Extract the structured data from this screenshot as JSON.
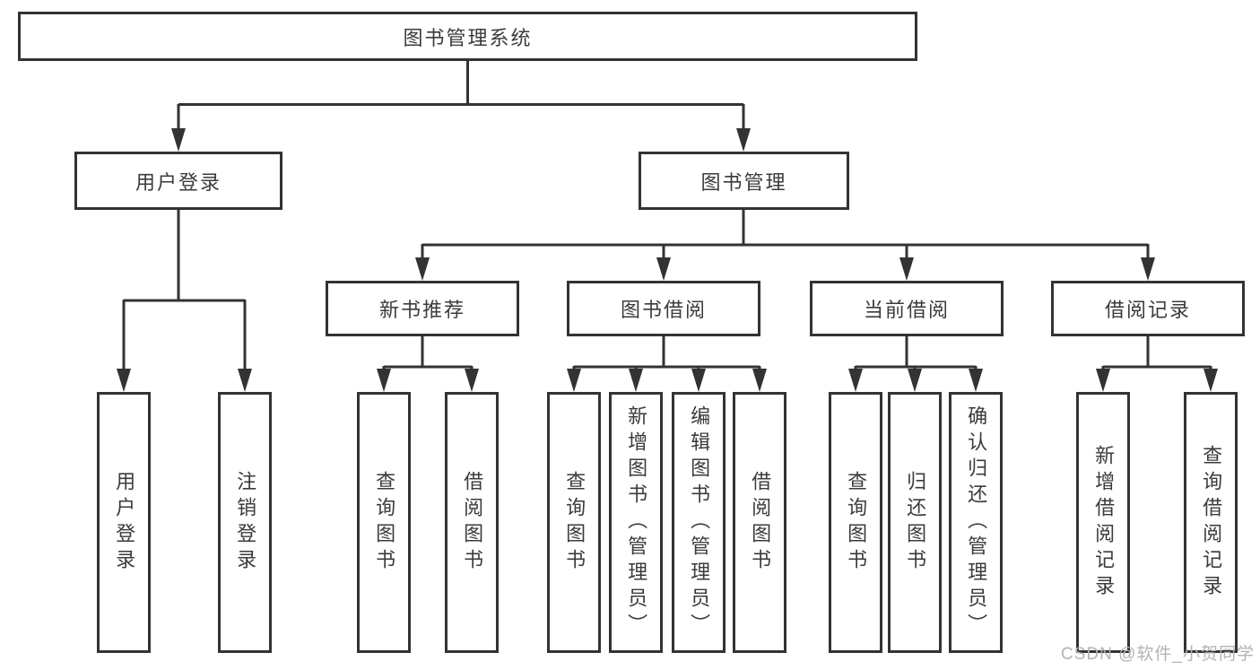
{
  "diagram": {
    "nodes": {
      "root": "图书管理系统",
      "user_login": "用户登录",
      "book_management": "图书管理",
      "new_book_recommend": "新书推荐",
      "book_borrow": "图书借阅",
      "current_borrow": "当前借阅",
      "borrow_records": "借阅记录",
      "leaf_user_login": "用户登录",
      "leaf_logout": "注销登录",
      "leaf_nb_query_books": "查询图书",
      "leaf_nb_borrow_books": "借阅图书",
      "leaf_bb_query_books": "查询图书",
      "leaf_bb_add_book_admin": "新增图书（管理员）",
      "leaf_bb_edit_book_admin": "编辑图书（管理员）",
      "leaf_bb_borrow_books": "借阅图书",
      "leaf_cb_query_books": "查询图书",
      "leaf_cb_return_book": "归还图书",
      "leaf_cb_confirm_return_admin": "确认归还（管理员）",
      "leaf_br_add_record": "新增借阅记录",
      "leaf_br_query_record": "查询借阅记录"
    },
    "hierarchy": {
      "图书管理系统": {
        "用户登录": [
          "用户登录",
          "注销登录"
        ],
        "图书管理": {
          "新书推荐": [
            "查询图书",
            "借阅图书"
          ],
          "图书借阅": [
            "查询图书",
            "新增图书（管理员）",
            "编辑图书（管理员）",
            "借阅图书"
          ],
          "当前借阅": [
            "查询图书",
            "归还图书",
            "确认归还（管理员）"
          ],
          "借阅记录": [
            "新增借阅记录",
            "查询借阅记录"
          ]
        }
      }
    },
    "watermark": "CSDN @软件_小贺同学",
    "colors": {
      "line": "#333333",
      "text": "#3b3b3b",
      "watermark": "#b3b3b7",
      "background": "#ffffff"
    }
  }
}
